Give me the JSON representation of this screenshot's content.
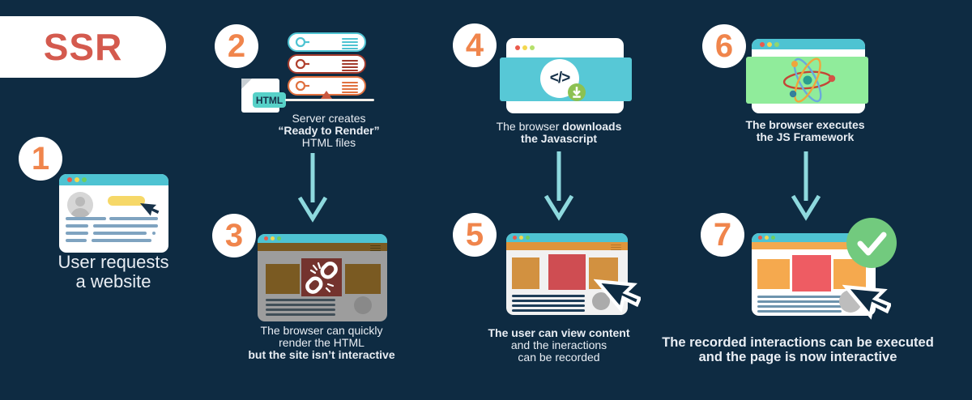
{
  "header": {
    "title": "SSR"
  },
  "colors": {
    "background": "#0e2b42",
    "title_coral": "#d45a4e",
    "number_orange": "#f0854c",
    "browser_teal": "#4ec3d2",
    "arrow_teal": "#8ed9de",
    "green_band": "#90ec9b",
    "check_green": "#72ca7e",
    "download_green": "#8cc152",
    "red_block": "#cf4d52",
    "orange_block": "#d29140",
    "maroon_block": "#74332e",
    "yellow_pill": "#f6d868"
  },
  "labels": {
    "html_badge": "HTML",
    "code_icon": "</>"
  },
  "steps": {
    "s1": {
      "number": "1",
      "l1": "User requests",
      "l2": "a website"
    },
    "s2": {
      "number": "2",
      "l1": "Server creates",
      "l2": "“Ready to Render”",
      "l3": "HTML files"
    },
    "s3": {
      "number": "3",
      "l1": "The browser can quickly",
      "l2": "render the HTML",
      "l3": "but the site isn’t interactive"
    },
    "s4": {
      "number": "4",
      "l1a": "The browser ",
      "l1b": "downloads",
      "l2": "the Javascript"
    },
    "s5": {
      "number": "5",
      "l1": "The user can view content",
      "l2": "and the ineractions",
      "l3": "can be recorded"
    },
    "s6": {
      "number": "6",
      "l1": "The browser executes",
      "l2": "the JS Framework"
    },
    "s7": {
      "number": "7",
      "l1": "The recorded interactions can be executed",
      "l2": "and the page is now interactive"
    }
  }
}
